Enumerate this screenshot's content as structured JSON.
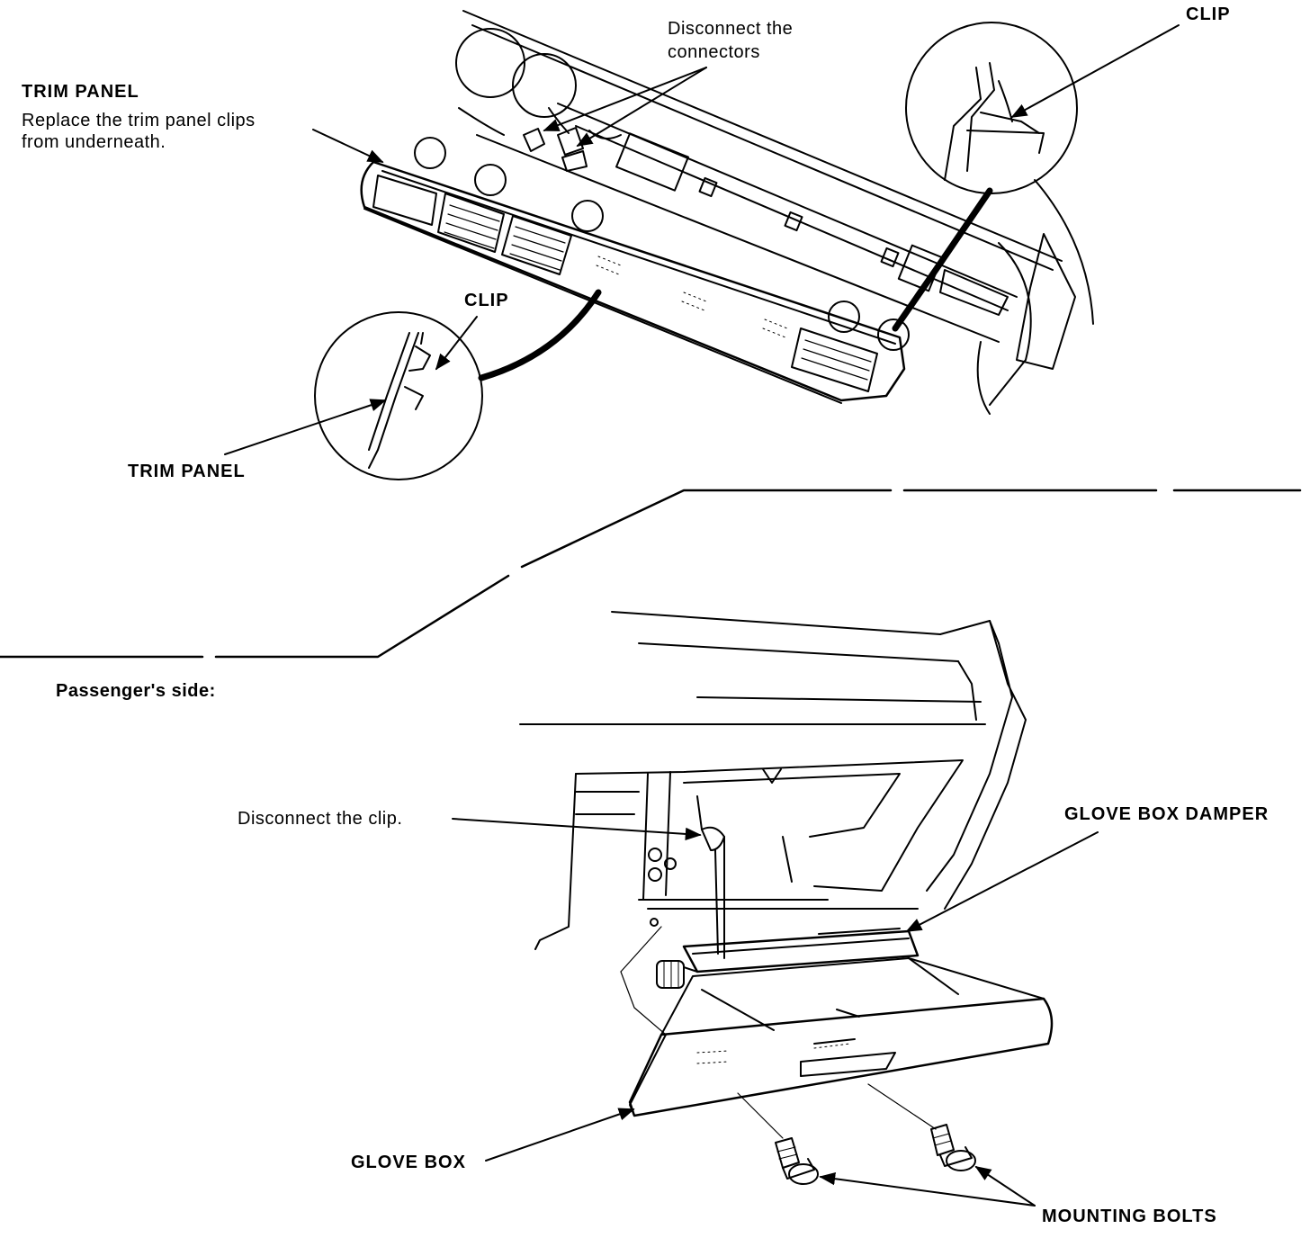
{
  "labels": {
    "disconnect_connectors_1": "Disconnect the",
    "disconnect_connectors_2": "connectors",
    "clip_top_right": "CLIP",
    "trim_panel_title": "TRIM PANEL",
    "trim_panel_note_1": "Replace the trim panel clips",
    "trim_panel_note_2": "from underneath.",
    "clip_left": "CLIP",
    "trim_panel_detail": "TRIM PANEL",
    "passenger_side": "Passenger's side:",
    "disconnect_clip": "Disconnect the clip.",
    "glove_box_damper": "GLOVE BOX DAMPER",
    "glove_box": "GLOVE BOX",
    "mounting_bolts": "MOUNTING BOLTS"
  }
}
